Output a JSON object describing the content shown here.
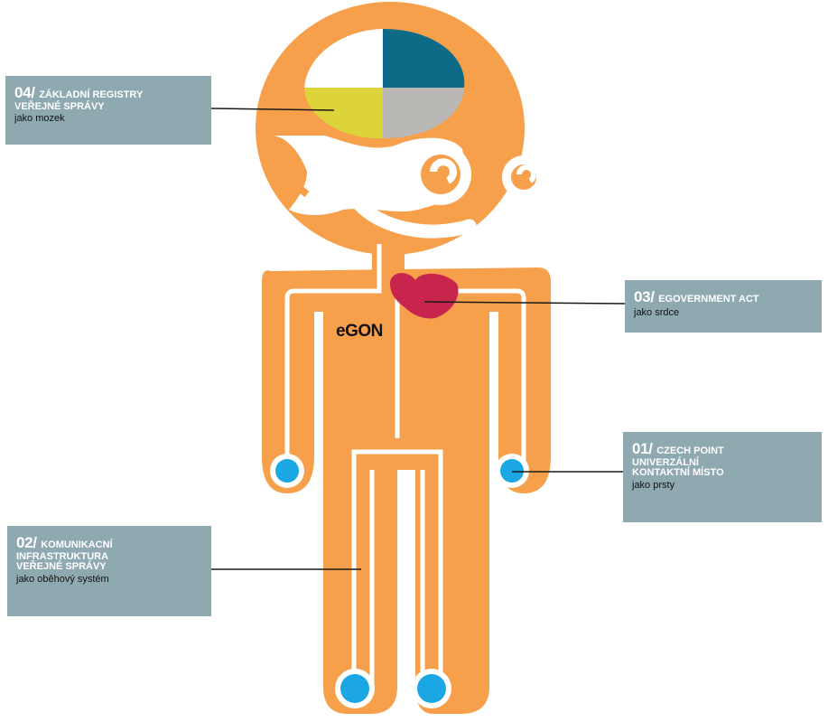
{
  "character": {
    "name": "eGON",
    "colors": {
      "body": "#f7a04b",
      "outline": "#ffffff",
      "brain_dark": "#0d6b88",
      "brain_yellow": "#ddd33a",
      "brain_grey": "#b9b8b4",
      "brain_white": "#ffffff",
      "heart": "#c7254e",
      "hand_foot": "#1aa7e4",
      "label_bg": "#8fa9b1",
      "connector": "#1a1a1a"
    }
  },
  "labels": {
    "l04": {
      "num": "04/",
      "title_line1": "ZÁKLADNÍ REGISTRY",
      "title_line2": "VEŘEJNÉ SPRÁVY",
      "subtitle": "jako mozek"
    },
    "l03": {
      "num": "03/",
      "title_line1": "eGOVERNMENT ACT",
      "subtitle": "jako srdce"
    },
    "l01": {
      "num": "01/",
      "title_line1": "CZECH POINT",
      "title_line2": "UNIVERZÁLNÍ",
      "title_line3": "KONTAKTNÍ MÍSTO",
      "subtitle": "jako prsty"
    },
    "l02": {
      "num": "02/",
      "title_line1": "KOMUNIKACNÍ",
      "title_line2": "INFRASTRUKTURA",
      "title_line3": "VEŘEJNÉ SPRÁVY",
      "subtitle": "jako oběhový systém"
    }
  }
}
